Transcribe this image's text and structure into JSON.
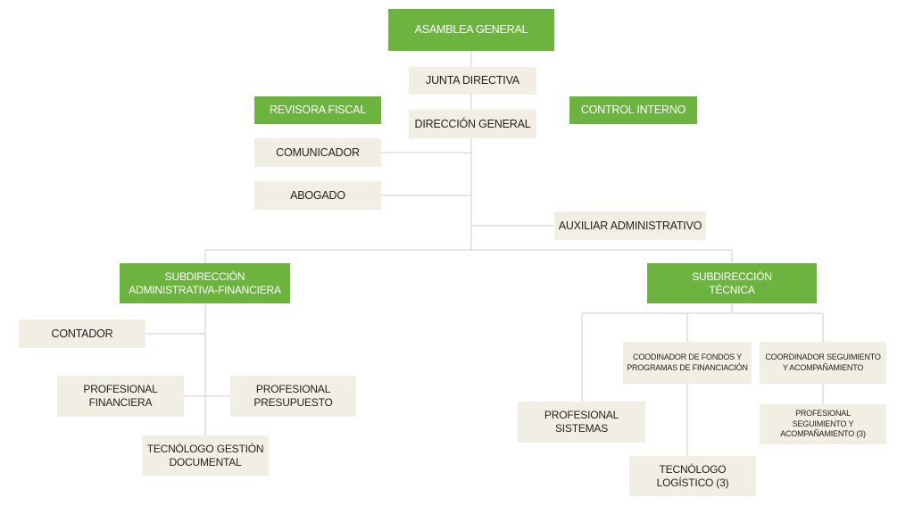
{
  "colors": {
    "primary": "#6db33f",
    "secondary": "#f1efe3",
    "connector": "#cccccc",
    "text_dark": "#231f20",
    "text_light": "#ffffff"
  },
  "chart": {
    "asamblea": "ASAMBLEA GENERAL",
    "junta": "JUNTA DIRECTIVA",
    "revisora": "REVISORA FISCAL",
    "direccion": "DIRECCIÓN GENERAL",
    "control": "CONTROL INTERNO",
    "comunicador": "COMUNICADOR",
    "abogado": "ABOGADO",
    "auxiliar": "AUXILIAR ADMINISTRATIVO",
    "sub_admin": "SUBDIRECCIÓN\nADMINISTRATIVA-FINANCIERA",
    "sub_tecnica": "SUBDIRECCIÓN\nTÉCNICA",
    "contador": "CONTADOR",
    "prof_financiera": "PROFESIONAL\nFINANCIERA",
    "prof_presupuesto": "PROFESIONAL\nPRESUPUESTO",
    "tec_gestion": "TECNÓLOGO GESTIÓN\nDOCUMENTAL",
    "coord_fondos": "COODINADOR DE FONDOS Y\nPROGRAMAS DE FINANCIACIÓN",
    "coord_seguimiento": "COORDINADOR SEGUIMIENTO\nY ACOMPAÑAMIENTO",
    "prof_sistemas": "PROFESIONAL\nSISTEMAS",
    "prof_seguimiento": "PROFESIONAL\nSEGUIMIENTO Y\nACOMPAÑAMIENTO (3)",
    "tec_logistico": "TECNÓLOGO\nLOGÍSTICO (3)"
  }
}
